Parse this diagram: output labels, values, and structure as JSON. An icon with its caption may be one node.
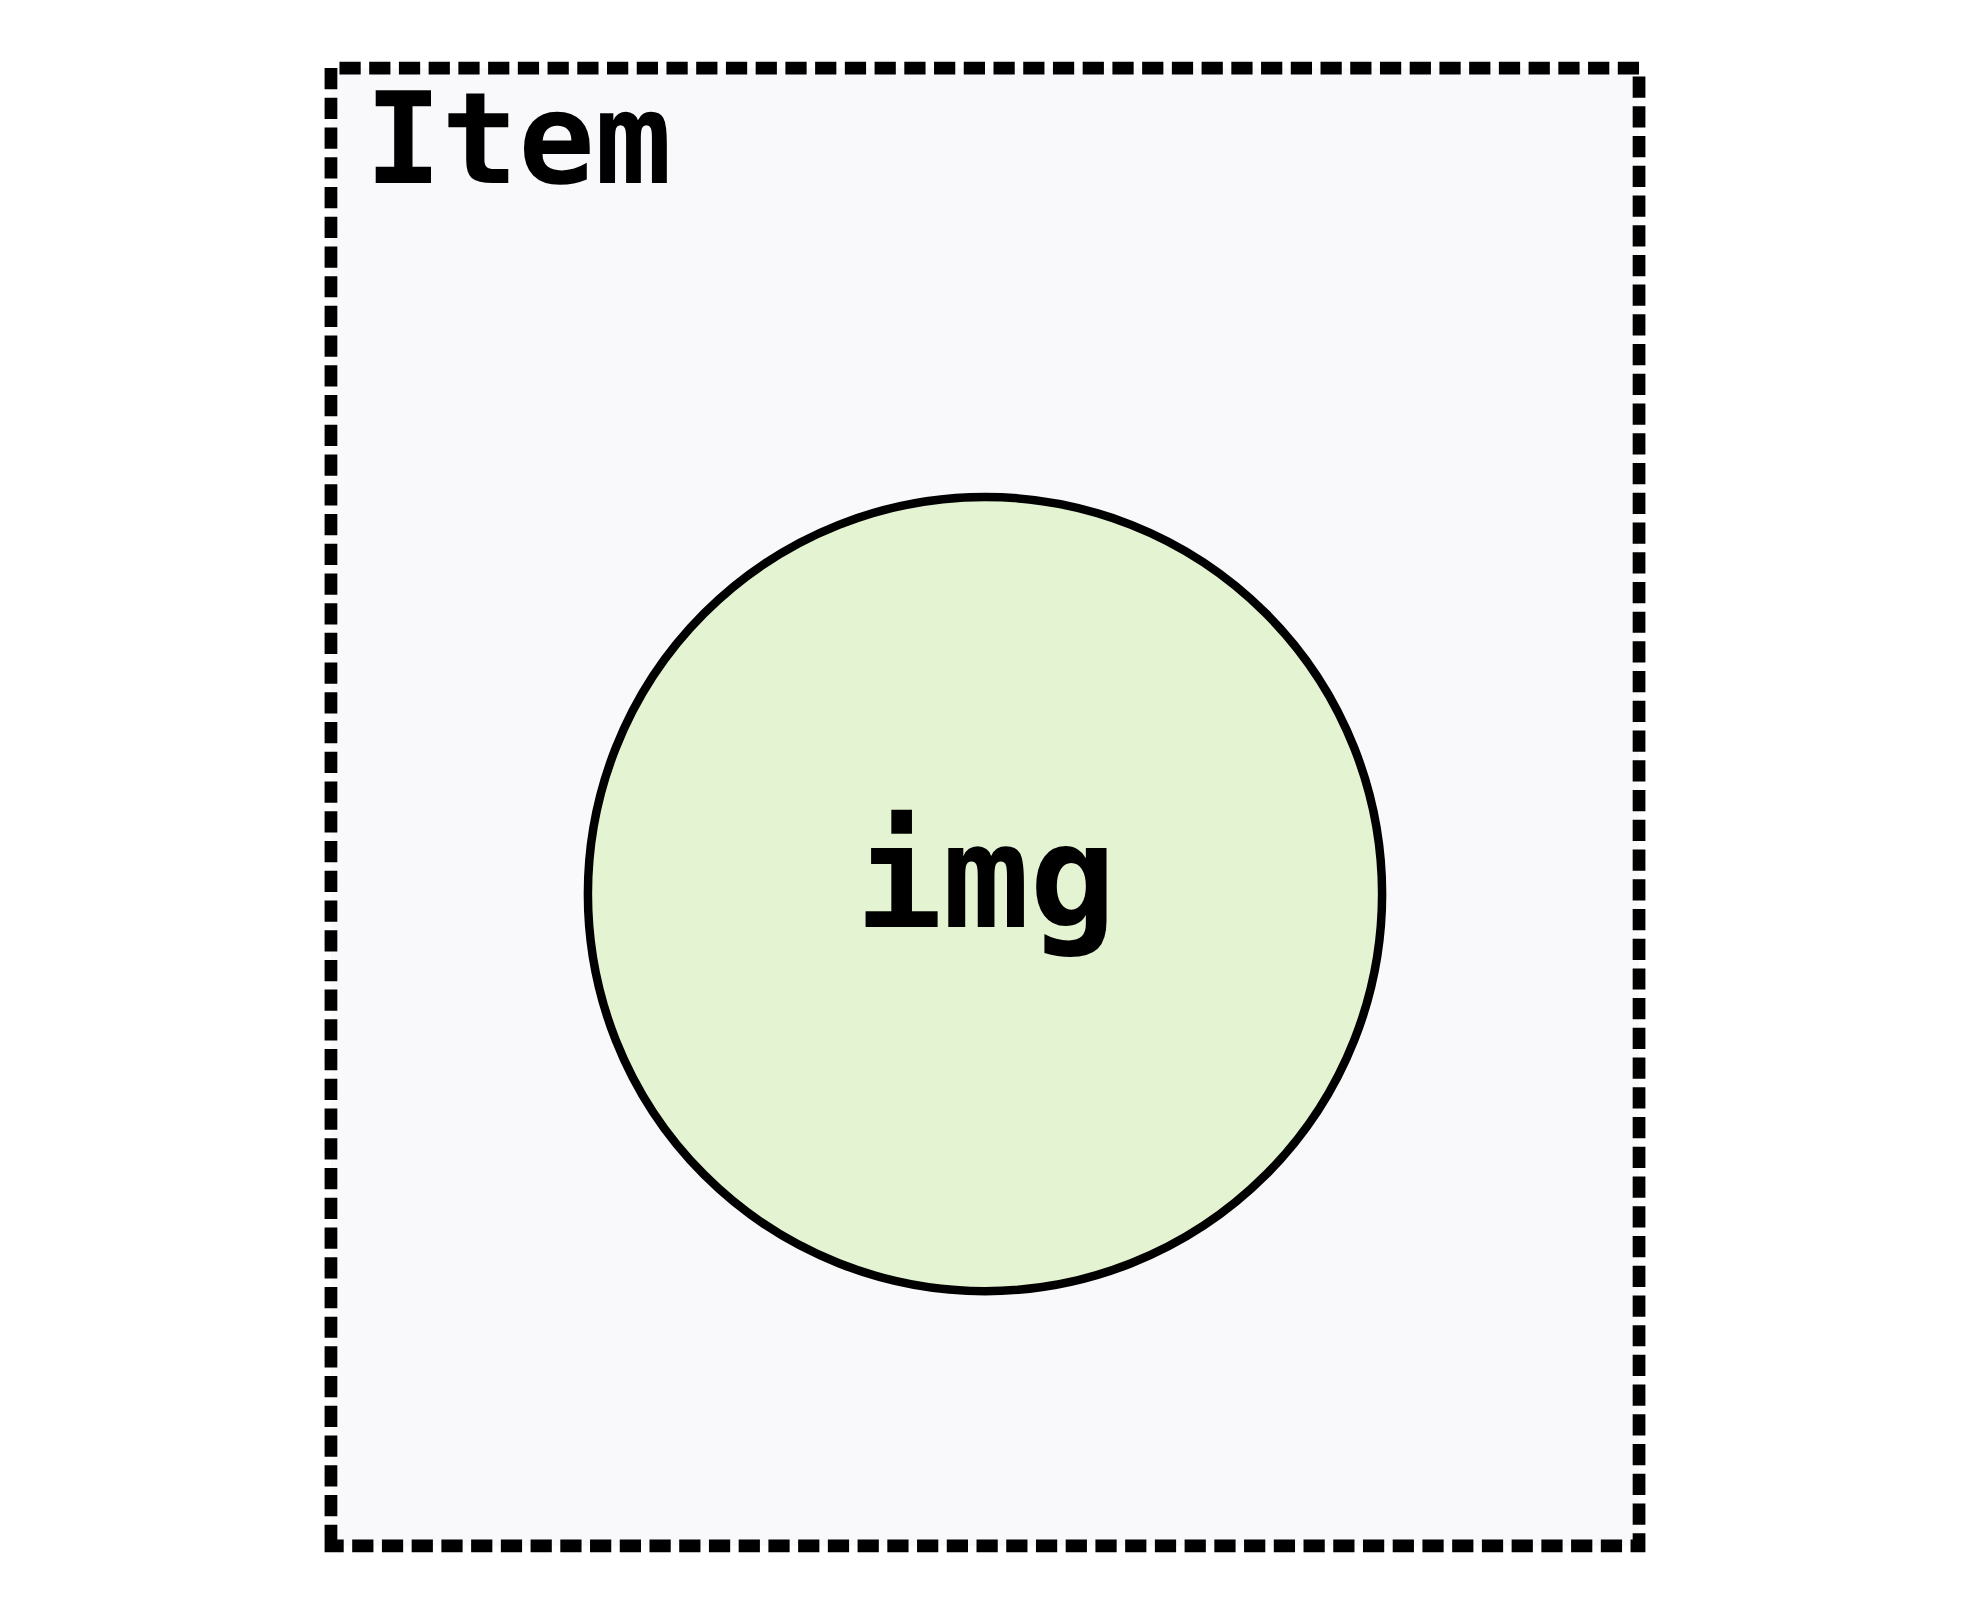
{
  "diagram": {
    "nodes": [
      {
        "text": [
          "Item"
        ]
      },
      {
        "text": [
          "img"
        ],
        "in": 0
      }
    ]
  }
}
